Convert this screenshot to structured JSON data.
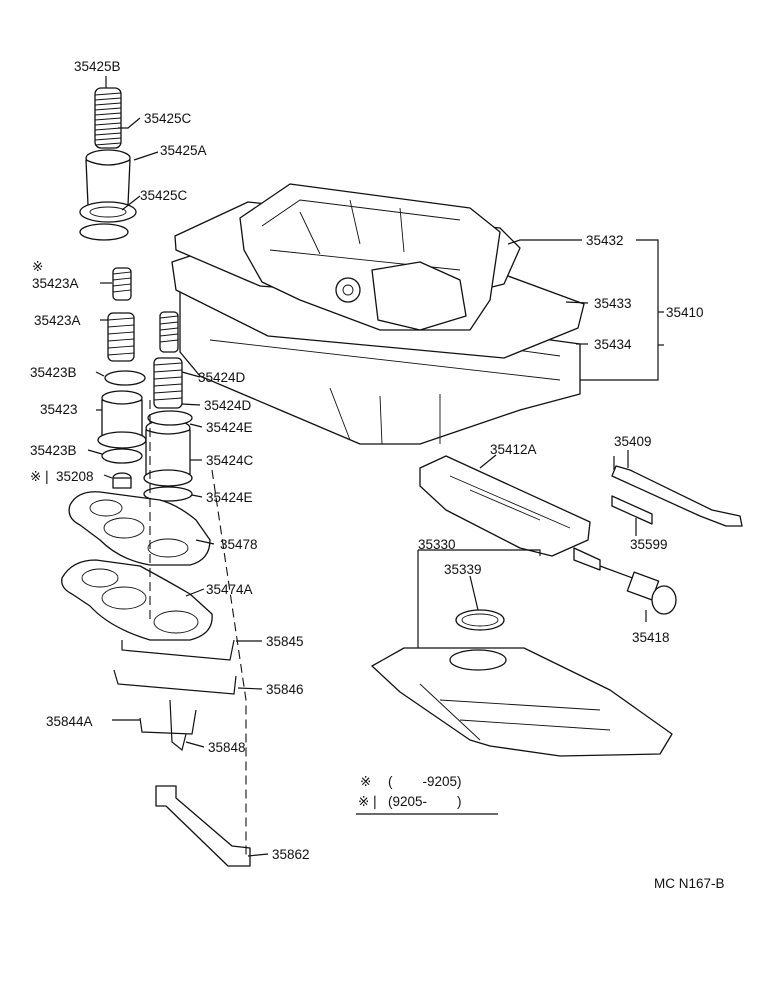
{
  "labels": {
    "p35425B": "35425B",
    "p35425C_top": "35425C",
    "p35425A": "35425A",
    "p35425C_bottom": "35425C",
    "p35423A_upper": "35423A",
    "p35423A_lower": "35423A",
    "p35423B_upper": "35423B",
    "p35423": "35423",
    "p35423B_lower": "35423B",
    "p35208": "35208",
    "p35424D_upper": "35424D",
    "p35424D_lower": "35424D",
    "p35424E_upper": "35424E",
    "p35424C": "35424C",
    "p35424E_lower": "35424E",
    "p35478": "35478",
    "p35474A": "35474A",
    "p35845": "35845",
    "p35846": "35846",
    "p35844A": "35844A",
    "p35848": "35848",
    "p35862": "35862",
    "p35432": "35432",
    "p35433": "35433",
    "p35410": "35410",
    "p35434": "35434",
    "p35412A": "35412A",
    "p35409": "35409",
    "p35599": "35599",
    "p35330": "35330",
    "p35339": "35339",
    "p35418": "35418"
  },
  "legend": {
    "mark": "※",
    "mark2": "※❘",
    "row1": "(        -9205)",
    "row2": "(9205-        )"
  },
  "diagram_code": "MC N167-B",
  "icons": {
    "asterisk": "reference-mark-icon"
  }
}
